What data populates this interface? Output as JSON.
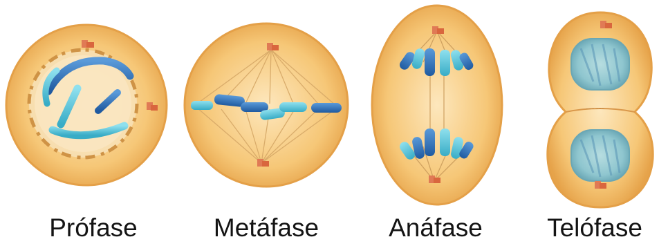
{
  "phases": [
    {
      "label": "Prófase"
    },
    {
      "label": "Metáfase"
    },
    {
      "label": "Anáfase"
    },
    {
      "label": "Telófase"
    }
  ],
  "colors": {
    "cell_fill": "#f6c777",
    "cell_rim": "#e9a84c",
    "cell_center": "#fce3b4",
    "chromosome_dark": "#2e6fb5",
    "chromosome_light": "#4fc3d9",
    "centriole": "#e07a55",
    "nucleus": "#8fc6cf"
  }
}
